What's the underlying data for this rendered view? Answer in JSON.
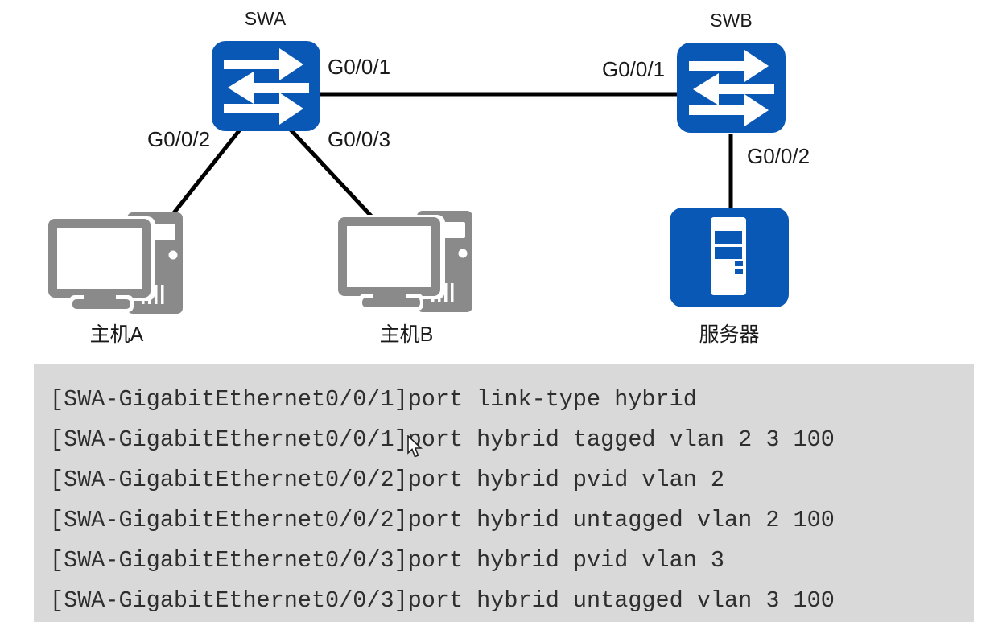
{
  "diagram": {
    "swa_label": "SWA",
    "swb_label": "SWB",
    "host_a_label": "主机A",
    "host_b_label": "主机B",
    "server_label": "服务器",
    "swa_port_to_swb": "G0/0/1",
    "swa_port_to_host_a": "G0/0/2",
    "swa_port_to_host_b": "G0/0/3",
    "swb_port_to_swa": "G0/0/1",
    "swb_port_to_server": "G0/0/2",
    "icons": {
      "switch": "switch-bidirectional-arrows-icon",
      "host": "desktop-pc-icon",
      "server": "server-tower-icon",
      "cursor": "mouse-pointer-icon"
    },
    "colors": {
      "device_blue": "#0a58b6",
      "host_gray": "#8a8a8a",
      "link": "#000000"
    }
  },
  "terminal": {
    "background": "#d9d9d9",
    "text_color": "#2e2e2e",
    "lines": [
      "[SWA-GigabitEthernet0/0/1]port link-type hybrid",
      "[SWA-GigabitEthernet0/0/1]port hybrid tagged vlan 2 3 100",
      "[SWA-GigabitEthernet0/0/2]port hybrid pvid vlan 2",
      "[SWA-GigabitEthernet0/0/2]port hybrid untagged vlan 2 100",
      "[SWA-GigabitEthernet0/0/3]port hybrid pvid vlan 3",
      "[SWA-GigabitEthernet0/0/3]port hybrid untagged vlan 3 100"
    ]
  }
}
